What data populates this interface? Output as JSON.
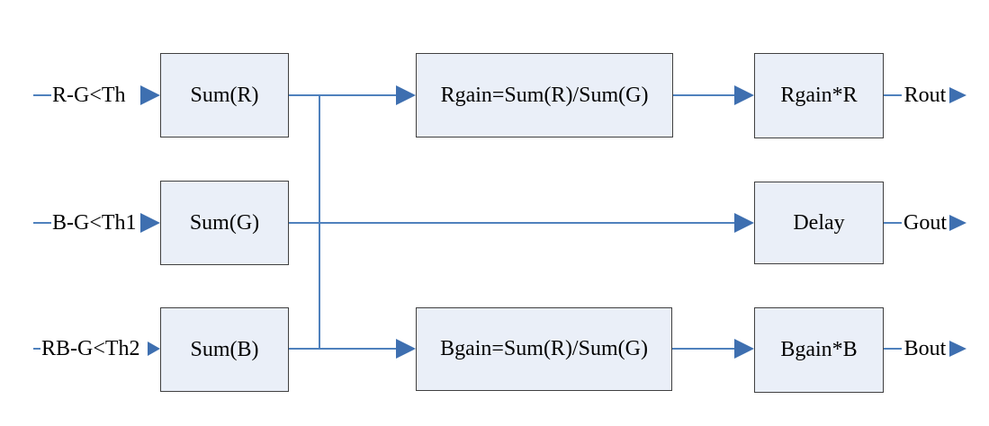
{
  "diagram": {
    "rows": [
      {
        "input": "R-G<Th",
        "sum": "Sum(R)",
        "gain": "Rgain=Sum(R)/Sum(G)",
        "mult": "Rgain*R",
        "output": "Rout"
      },
      {
        "input": "B-G<Th1",
        "sum": "Sum(G)",
        "delay": "Delay",
        "output": "Gout"
      },
      {
        "input": "RB-G<Th2",
        "sum": "Sum(B)",
        "gain": "Bgain=Sum(R)/Sum(G)",
        "mult": "Bgain*B",
        "output": "Bout"
      }
    ],
    "colors": {
      "line": "#4f81bd",
      "arrowhead": "#3e6fb0",
      "box_fill": "#eaeff8",
      "box_border": "#404040",
      "text": "#000000"
    }
  }
}
